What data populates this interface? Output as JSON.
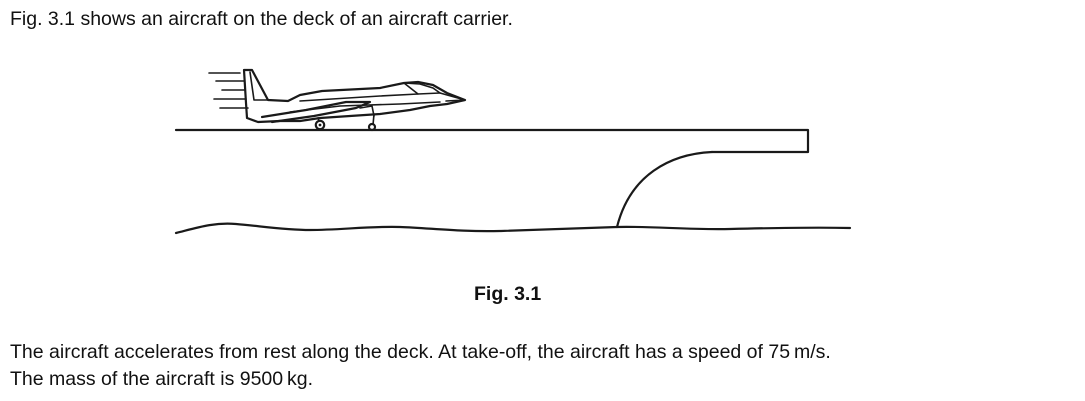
{
  "question": {
    "intro": "Fig. 3.1 shows an aircraft on the deck of an aircraft carrier.",
    "figure_caption": "Fig. 3.1",
    "paragraph_line1": "The aircraft accelerates from rest along the deck. At take-off, the aircraft has a speed of 75 m/s.",
    "paragraph_line2": "The mass of the aircraft is 9500 kg."
  },
  "figure": {
    "icons": [
      "aircraft-icon",
      "carrier-deck",
      "sea-surface"
    ]
  }
}
